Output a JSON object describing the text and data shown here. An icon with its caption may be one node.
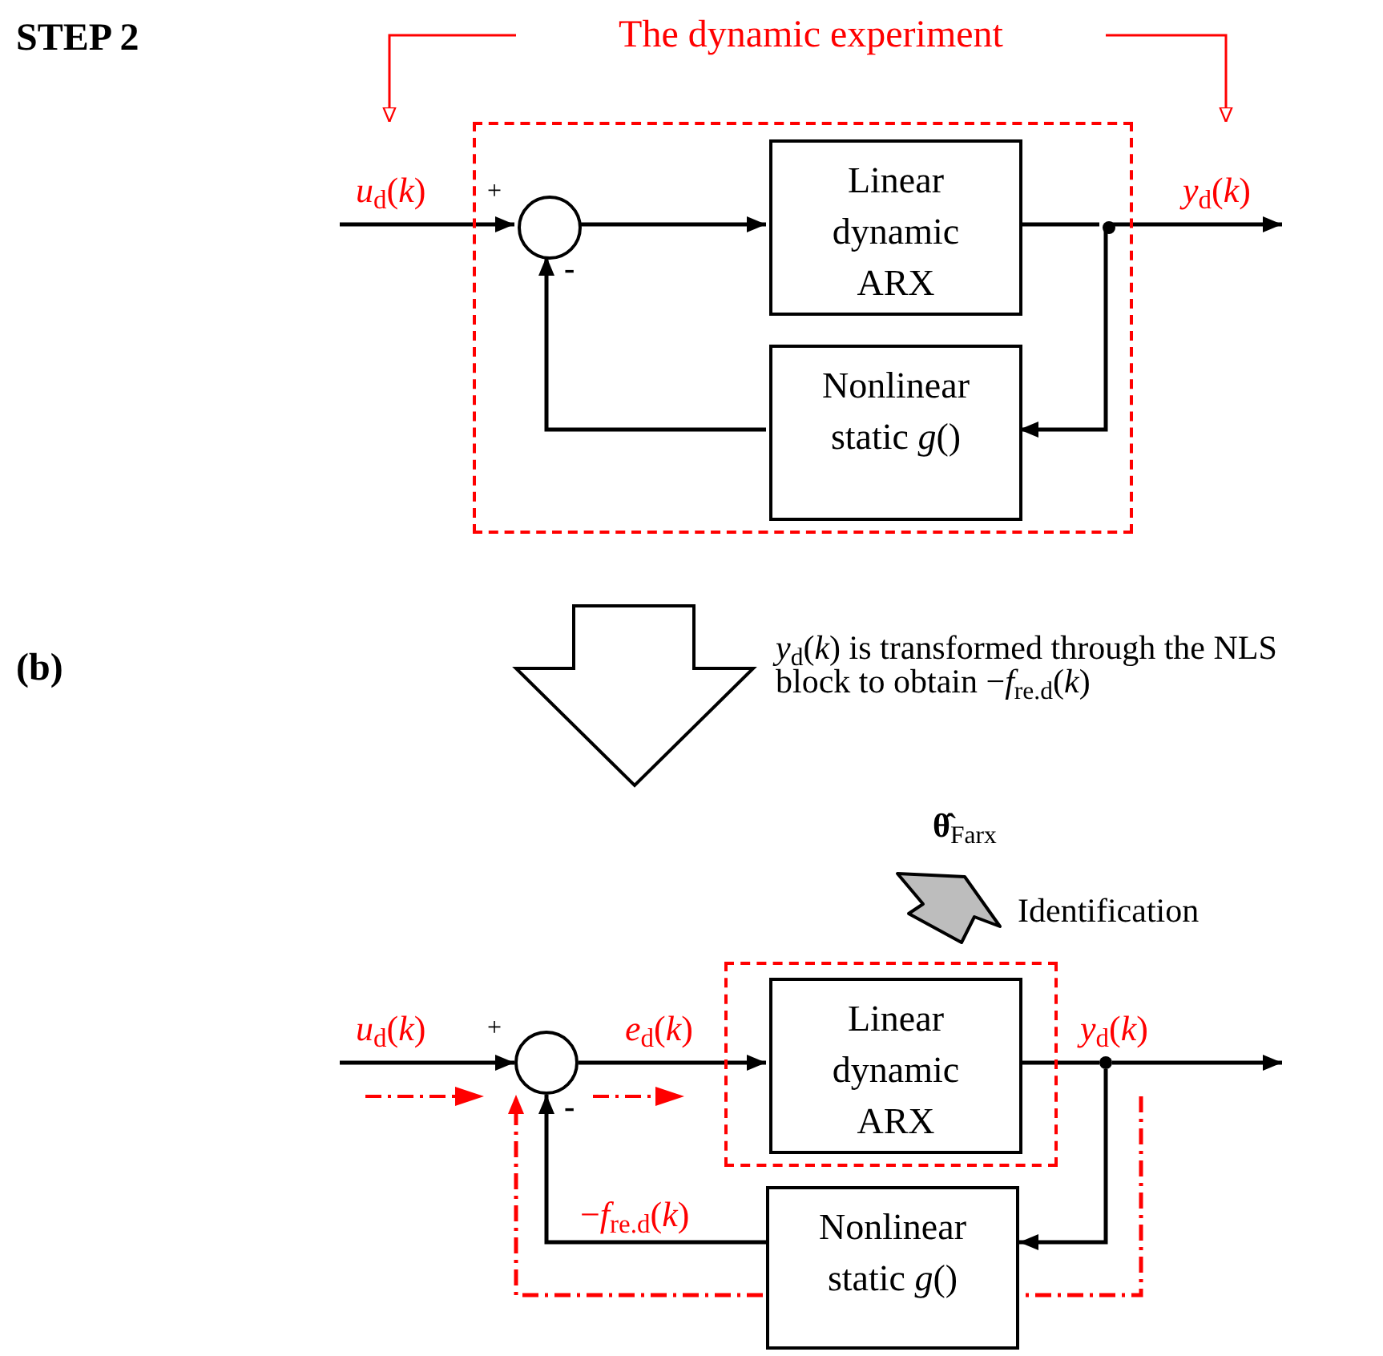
{
  "diagram": {
    "nodes": [
      {
        "text": [
          "The dynamic experiment"
        ]
      },
      {
        "text": [],
        "shape": "box"
      },
      {
        "text": [],
        "shape": "circle",
        "in": 1
      },
      {
        "text": [
          "Linear dynamic ARX"
        ],
        "in": 1
      },
      {
        "text": [
          "Nonlinear static *g*()"
        ],
        "in": 1
      },
      {
        "text": [],
        "shape": "circle",
        "in": 1
      },
      {
        "text": [],
        "shape": "circle"
      },
      {
        "text": [],
        "shape": "box"
      },
      {
        "text": [
          "Linear dynamic ARX"
        ],
        "in": 7
      },
      {
        "text": [
          "Nonlinear static *g*()"
        ]
      },
      {
        "text": [],
        "shape": "circle"
      }
    ],
    "edges": [
      {
        "from": 0,
        "to": 1,
        "arrow": "to",
        "color": "#ff0000"
      },
      {
        "from": 0,
        "to": 1,
        "arrow": "to",
        "color": "#ff0000"
      },
      {
        "from": null,
        "to": 2,
        "arrow": "to",
        "label": "*u*$_{d}$(*k*)"
      },
      {
        "from": 2,
        "to": 3,
        "arrow": "to"
      },
      {
        "from": 3,
        "to": 5,
        "arrow": "none"
      },
      {
        "from": 5,
        "to": null,
        "arrow": "to",
        "label": "*y*$_{d}$(*k*)"
      },
      {
        "from": 5,
        "to": 4,
        "arrow": "to"
      },
      {
        "from": 4,
        "to": 2,
        "arrow": "to"
      },
      {
        "from": null,
        "to": 6,
        "arrow": "to",
        "label": "*u*$_{d}$(*k*)"
      },
      {
        "from": 6,
        "to": 8,
        "arrow": "to",
        "label": "*e*$_{d}$(*k*)"
      },
      {
        "from": 8,
        "to": 10,
        "arrow": "none"
      },
      {
        "from": 10,
        "to": null,
        "arrow": "to",
        "label": "*y*$_{d}$(*k*)"
      },
      {
        "from": 10,
        "to": 9,
        "arrow": "to"
      },
      {
        "from": 9,
        "to": 6,
        "arrow": "to",
        "label": "−*f*$_{re.d}$(*k*)"
      },
      {
        "from": null,
        "to": 6,
        "arrow": "to",
        "style": "dashed",
        "color": "#ff0000"
      }
    ],
    "labels": [
      "STEP 2",
      "+",
      "-",
      "(b)",
      "*y*$_{d}$(*k*) is transformed through the NLS block to obtain −*f*$_{re.d}$(*k*)",
      "**θ̂**$_{Farx}$",
      "Identification",
      "+",
      "-"
    ]
  }
}
